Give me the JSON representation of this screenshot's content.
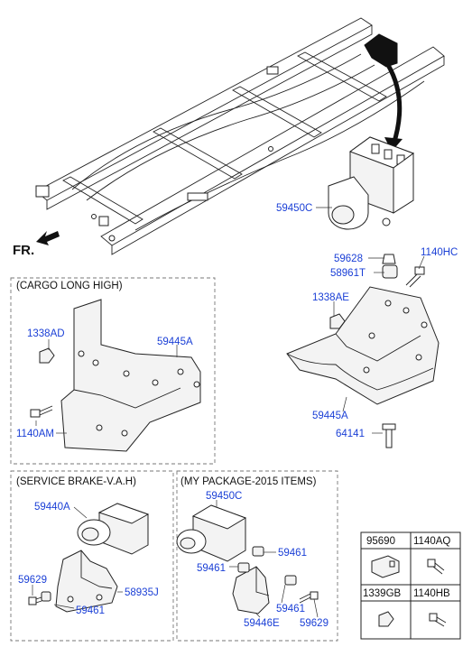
{
  "orientation_label": "FR.",
  "sections": {
    "cargo_long_high": "(CARGO LONG HIGH)",
    "service_brake": "(SERVICE BRAKE-V.A.H)",
    "my_package": "(MY PACKAGE-2015 ITEMS)"
  },
  "parts": {
    "main_unit": "59450C",
    "nut_top": "59628",
    "bolt_top": "1140HC",
    "bushing": "58961T",
    "nut_side": "1338AE",
    "bracket_main": "59445A",
    "bolt_bottom": "64141",
    "cargo_nut": "1338AD",
    "cargo_bracket": "59445A",
    "cargo_bolt": "1140AM",
    "sb_unit": "59440A",
    "sb_screw": "59629",
    "sb_bracket": "58935J",
    "sb_bushing": "59461",
    "my_unit": "59450C",
    "my_bushing_a": "59461",
    "my_bushing_b": "59461",
    "my_bushing_c": "59461",
    "my_bracket": "59446E",
    "my_screw": "59629"
  },
  "legend": {
    "cells": [
      {
        "code": "95690",
        "icon": "connector-icon"
      },
      {
        "code": "1140AQ",
        "icon": "bolt-icon"
      },
      {
        "code": "1339GB",
        "icon": "nut-icon"
      },
      {
        "code": "1140HB",
        "icon": "bolt-icon"
      }
    ]
  }
}
